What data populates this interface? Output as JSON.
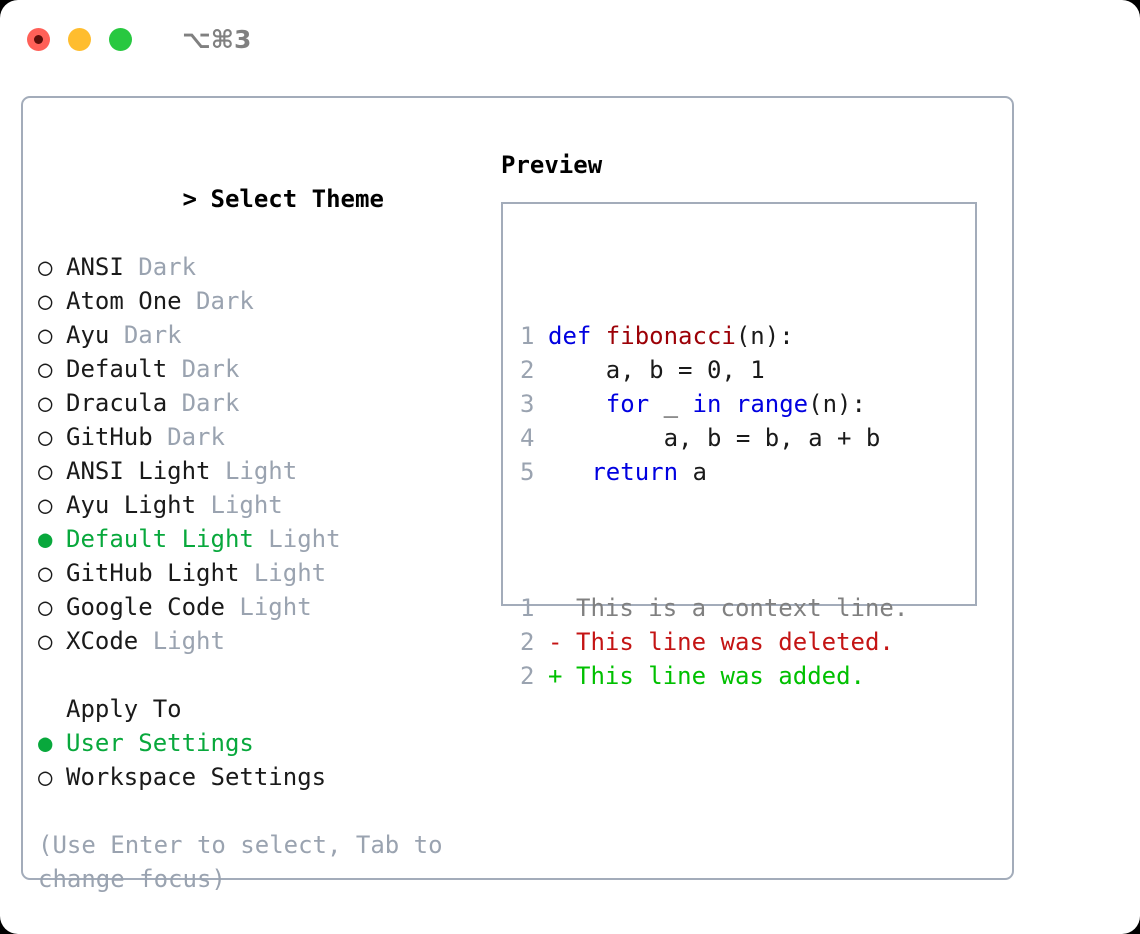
{
  "titlebar": {
    "dots": [
      {
        "name": "close",
        "color": "#ff6058"
      },
      {
        "name": "minimize",
        "color": "#ffbd2e"
      },
      {
        "name": "zoom",
        "color": "#28c840"
      }
    ],
    "shortcut": "⌥⌘3"
  },
  "theme_panel": {
    "header_marker": ">",
    "header": "Select Theme",
    "unselected_marker": "○",
    "selected_marker": "●",
    "items": [
      {
        "marker": "○",
        "name": "ANSI",
        "mode": "Dark",
        "selected": false
      },
      {
        "marker": "○",
        "name": "Atom One",
        "mode": "Dark",
        "selected": false
      },
      {
        "marker": "○",
        "name": "Ayu",
        "mode": "Dark",
        "selected": false
      },
      {
        "marker": "○",
        "name": "Default",
        "mode": "Dark",
        "selected": false
      },
      {
        "marker": "○",
        "name": "Dracula",
        "mode": "Dark",
        "selected": false
      },
      {
        "marker": "○",
        "name": "GitHub",
        "mode": "Dark",
        "selected": false
      },
      {
        "marker": "○",
        "name": "ANSI Light",
        "mode": "Light",
        "selected": false
      },
      {
        "marker": "○",
        "name": "Ayu Light",
        "mode": "Light",
        "selected": false
      },
      {
        "marker": "●",
        "name": "Default Light",
        "mode": "Light",
        "selected": true
      },
      {
        "marker": "○",
        "name": "GitHub Light",
        "mode": "Light",
        "selected": false
      },
      {
        "marker": "○",
        "name": "Google Code",
        "mode": "Light",
        "selected": false
      },
      {
        "marker": "○",
        "name": "XCode",
        "mode": "Light",
        "selected": false
      }
    ],
    "apply_to": {
      "label": "Apply To",
      "options": [
        {
          "marker": "●",
          "label": "User Settings",
          "selected": true
        },
        {
          "marker": "○",
          "label": "Workspace Settings",
          "selected": false
        }
      ]
    },
    "hint": "(Use Enter to select, Tab to change focus)"
  },
  "preview": {
    "title": "Preview",
    "code_lines": [
      {
        "num": "1",
        "segments": [
          {
            "text": "def ",
            "style": "kw"
          },
          {
            "text": "fibonacci",
            "style": "fn"
          },
          {
            "text": "(n):",
            "style": "plain"
          }
        ]
      },
      {
        "num": "2",
        "segments": [
          {
            "text": "    a, b = 0, 1",
            "style": "plain"
          }
        ]
      },
      {
        "num": "3",
        "segments": [
          {
            "text": "    ",
            "style": "plain"
          },
          {
            "text": "for",
            "style": "kw"
          },
          {
            "text": " _ ",
            "style": "plain"
          },
          {
            "text": "in",
            "style": "kw"
          },
          {
            "text": " ",
            "style": "plain"
          },
          {
            "text": "range",
            "style": "kw"
          },
          {
            "text": "(n):",
            "style": "plain"
          }
        ]
      },
      {
        "num": "4",
        "segments": [
          {
            "text": "        a, b = b, a + b",
            "style": "plain"
          }
        ]
      },
      {
        "num": "5",
        "segments": [
          {
            "text": "   ",
            "style": "plain"
          },
          {
            "text": "return",
            "style": "kw"
          },
          {
            "text": " a",
            "style": "plain"
          }
        ]
      }
    ],
    "diff_lines": [
      {
        "num": "1",
        "prefix": " ",
        "text": "This is a context line.",
        "kind": "context"
      },
      {
        "num": "2",
        "prefix": "-",
        "text": "This line was deleted.",
        "kind": "deleted"
      },
      {
        "num": "2",
        "prefix": "+",
        "text": "This line was added.",
        "kind": "added"
      }
    ]
  },
  "colors": {
    "border": "#a3acba",
    "selected_green": "#08a83c",
    "muted_gray": "#9aa3b0",
    "keyword_blue": "#0000e0",
    "function_red": "#9c0006",
    "diff_deleted": "#c41414",
    "diff_added": "#00c000",
    "context_gray": "#808080"
  }
}
